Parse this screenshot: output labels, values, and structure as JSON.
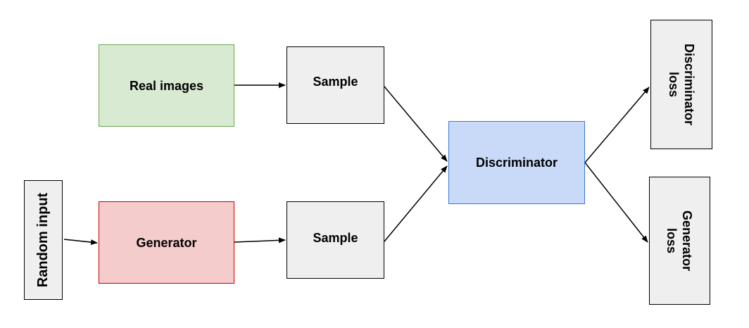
{
  "nodes": {
    "real_images": {
      "label": "Real images",
      "fill": "#d9ead3",
      "stroke": "#6aa84f"
    },
    "generator": {
      "label": "Generator",
      "fill": "#f4cccc",
      "stroke": "#cc0000"
    },
    "random_input": {
      "label": "Random input",
      "fill": "#efefef"
    },
    "sample_real": {
      "label": "Sample",
      "fill": "#efefef"
    },
    "sample_fake": {
      "label": "Sample",
      "fill": "#efefef"
    },
    "discriminator": {
      "label": "Discriminator",
      "fill": "#c9daf8",
      "stroke": "#3c78d8"
    },
    "discriminator_loss": {
      "line1": "Discriminator",
      "line2": "loss",
      "fill": "#efefef"
    },
    "generator_loss": {
      "line1": "Generator",
      "line2": "loss",
      "fill": "#efefef"
    }
  },
  "edges": [
    {
      "from": "random_input",
      "to": "generator"
    },
    {
      "from": "real_images",
      "to": "sample_real"
    },
    {
      "from": "generator",
      "to": "sample_fake"
    },
    {
      "from": "sample_real",
      "to": "discriminator"
    },
    {
      "from": "sample_fake",
      "to": "discriminator"
    },
    {
      "from": "discriminator",
      "to": "discriminator_loss"
    },
    {
      "from": "discriminator",
      "to": "generator_loss"
    }
  ]
}
